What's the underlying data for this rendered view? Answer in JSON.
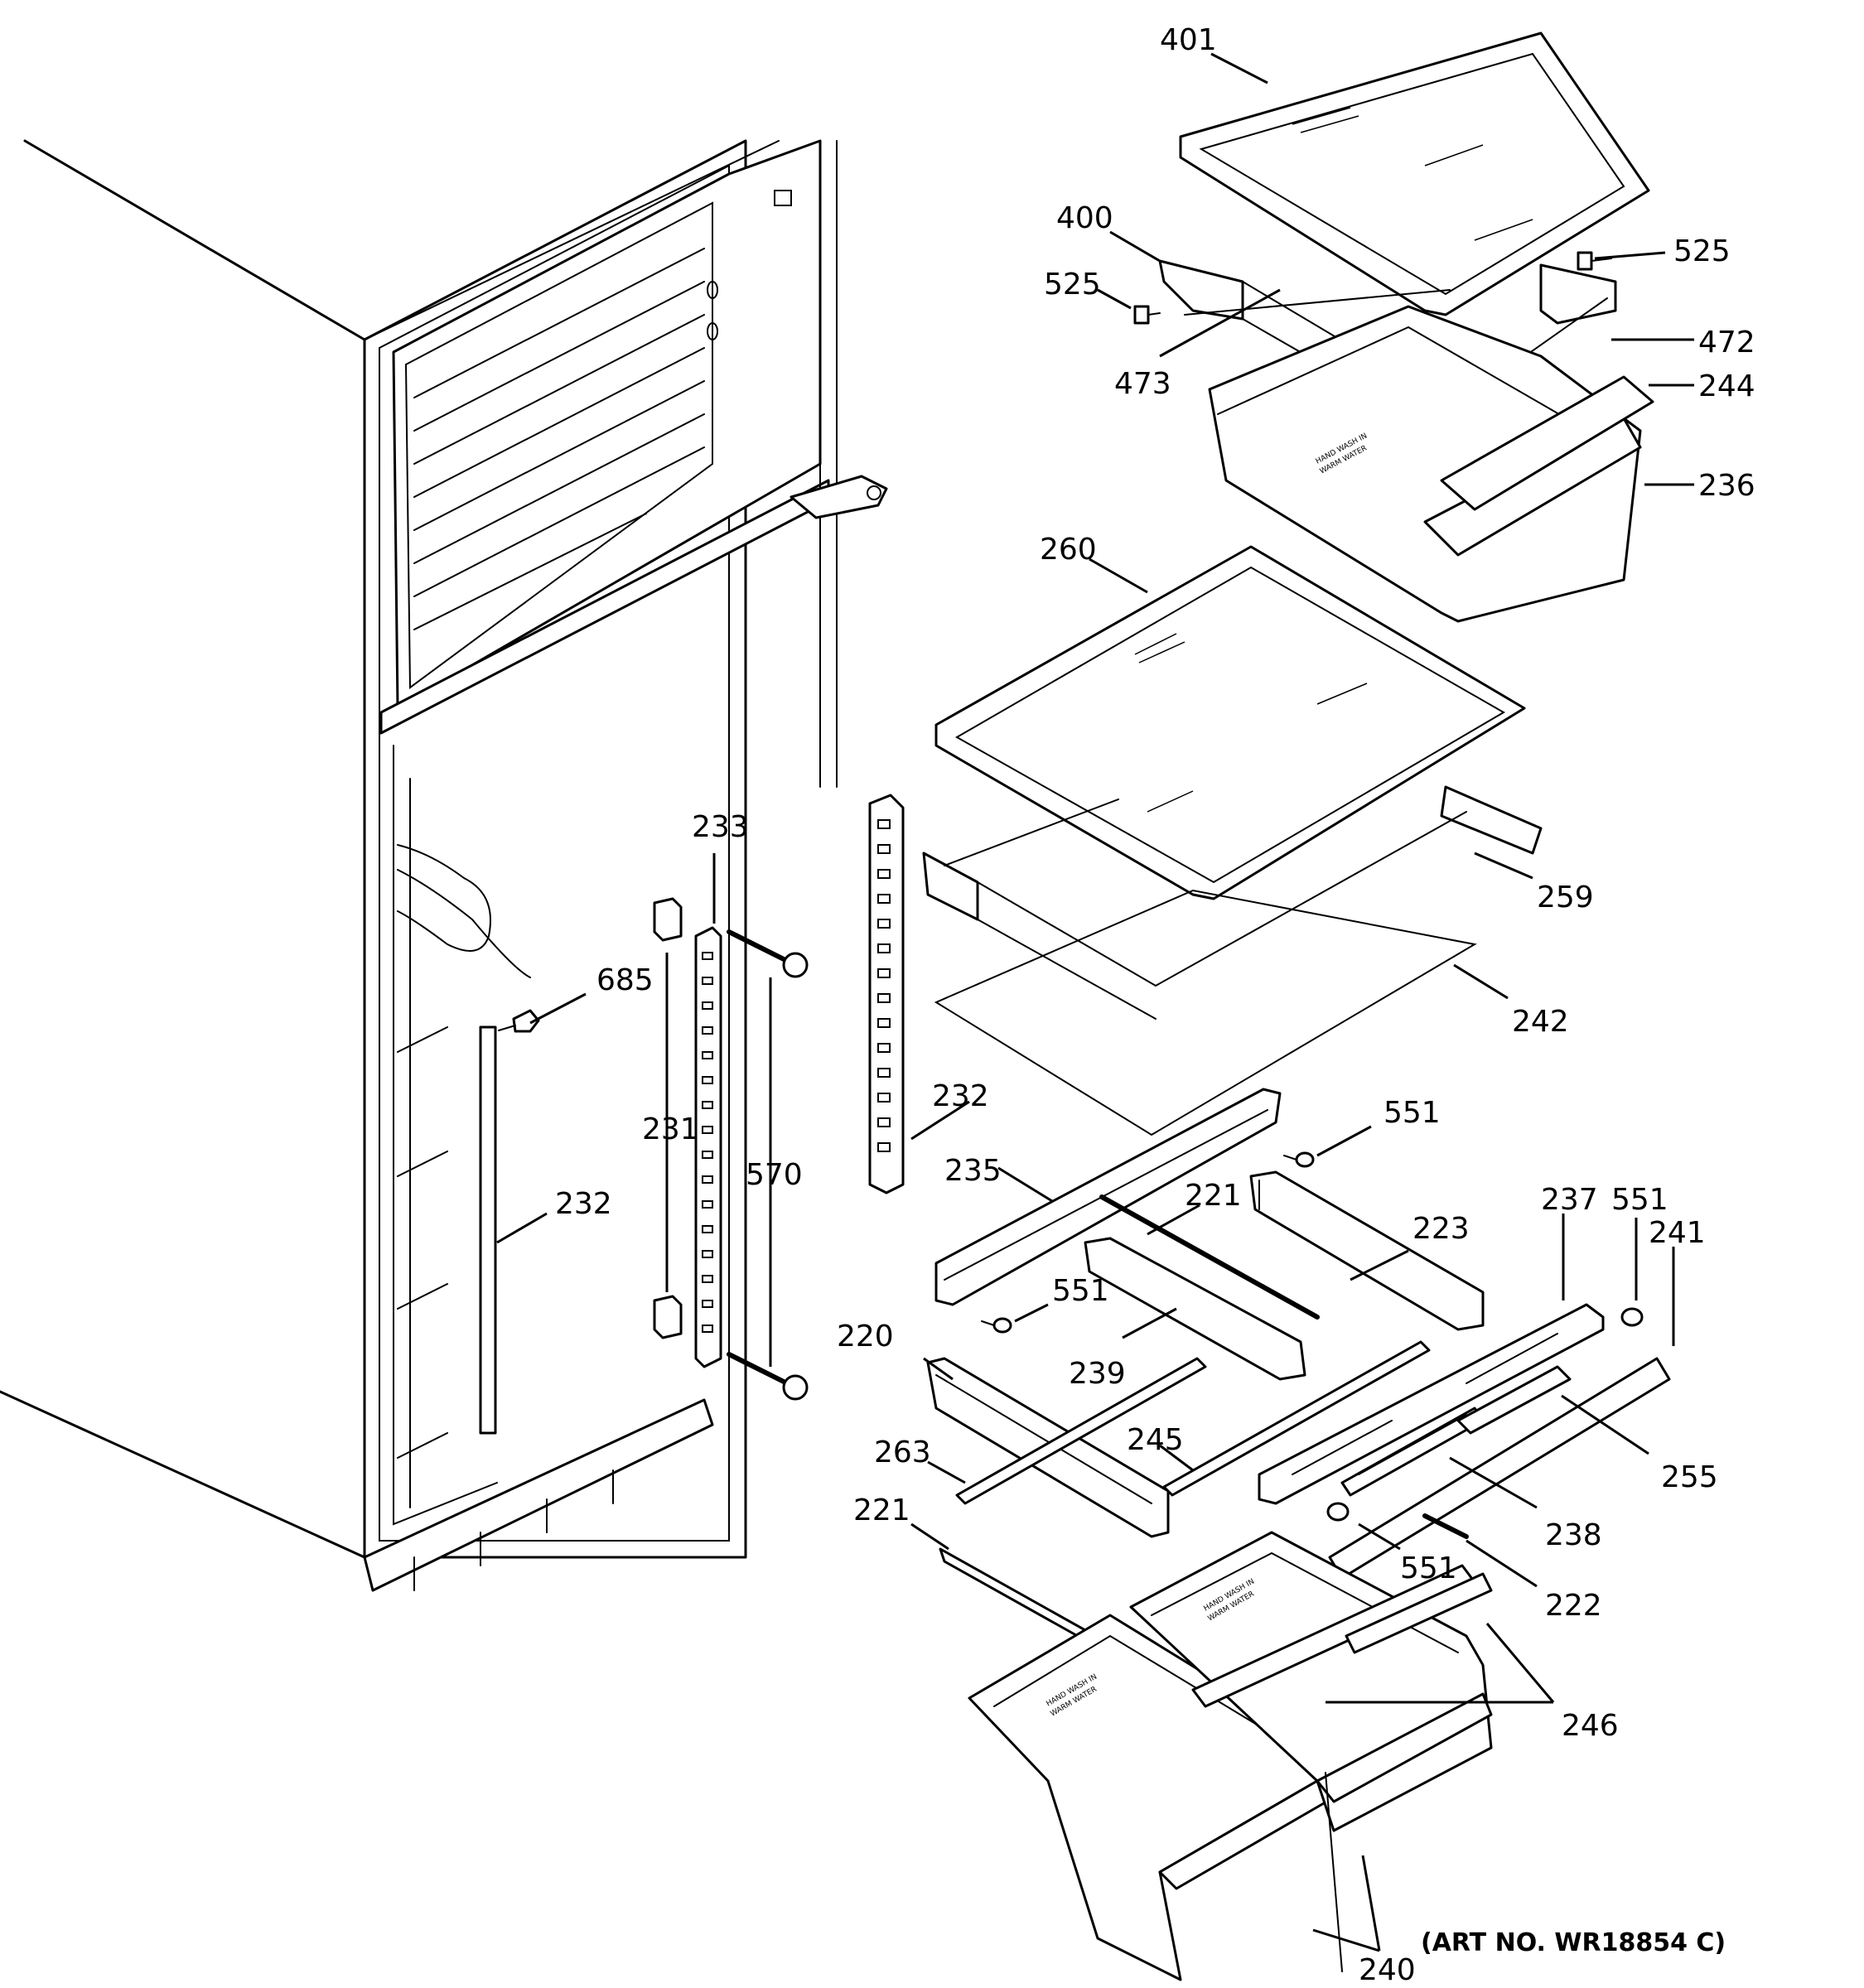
{
  "callouts": {
    "c401": "401",
    "c400": "400",
    "c525a": "525",
    "c525b": "525",
    "c473": "473",
    "c472": "472",
    "c244": "244",
    "c236": "236",
    "c260": "260",
    "c259": "259",
    "c242": "242",
    "c233": "233",
    "c685": "685",
    "c231": "231",
    "c570": "570",
    "c232a": "232",
    "c232b": "232",
    "c551a": "551",
    "c235": "235",
    "c221a": "221",
    "c223": "223",
    "c551b": "551",
    "c239": "239",
    "c237": "237",
    "c551c": "551",
    "c241": "241",
    "c220": "220",
    "c245": "245",
    "c255": "255",
    "c263": "263",
    "c238": "238",
    "c221b": "221",
    "c551d": "551",
    "c222": "222",
    "c246": "246",
    "c240": "240"
  },
  "drawer_print": [
    "HAND WASH IN",
    "WARM WATER"
  ],
  "art_number": "(ART NO. WR18854 C)"
}
